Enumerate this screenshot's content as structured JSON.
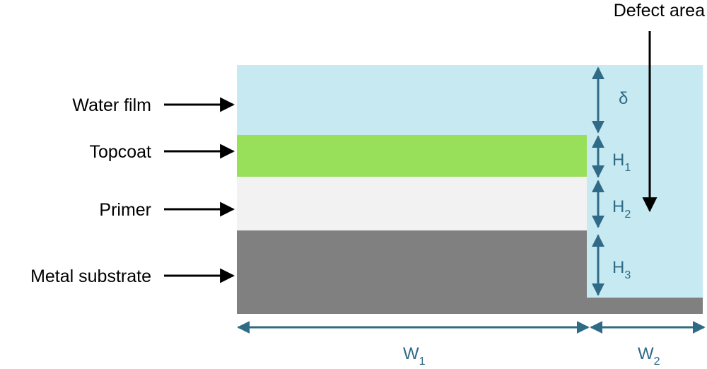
{
  "colors": {
    "water": "#c7e9f2",
    "topcoat": "#99e05a",
    "primer": "#f2f2f2",
    "metal": "#808080",
    "dimension": "#2f6a86",
    "arrow": "#000000"
  },
  "layer_labels": {
    "water_film": "Water film",
    "topcoat": "Topcoat",
    "primer": "Primer",
    "metal_substrate": "Metal substrate"
  },
  "defect_label": "Defect area",
  "dimensions": {
    "delta": "δ",
    "h1": {
      "base": "H",
      "sub": "1"
    },
    "h2": {
      "base": "H",
      "sub": "2"
    },
    "h3": {
      "base": "H",
      "sub": "3"
    },
    "w1": {
      "base": "W",
      "sub": "1"
    },
    "w2": {
      "base": "W",
      "sub": "2"
    }
  }
}
